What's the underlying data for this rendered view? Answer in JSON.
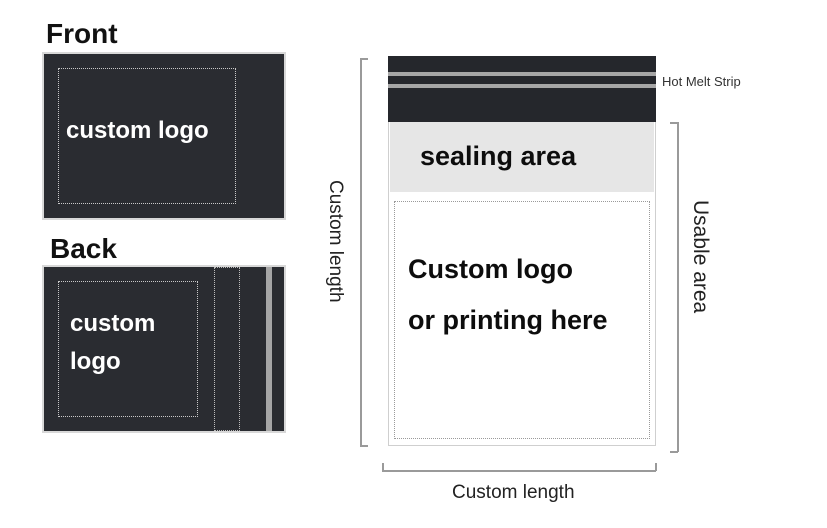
{
  "front": {
    "heading": "Front",
    "logo": "custom logo"
  },
  "back": {
    "heading": "Back",
    "logo_line1": "custom",
    "logo_line2": "logo"
  },
  "bag": {
    "hot_melt_strip": "Hot Melt Strip",
    "sealing_area": "sealing area",
    "print_line1": "Custom logo",
    "print_line2": "or printing here"
  },
  "dimensions": {
    "custom_length_vertical": "Custom length",
    "custom_length_horizontal": "Custom length",
    "usable_area": "Usable area"
  },
  "colors": {
    "bag_dark": "#2a2c31",
    "strip_gray": "#a6a6a6",
    "sealing_bg": "#e6e6e6"
  }
}
